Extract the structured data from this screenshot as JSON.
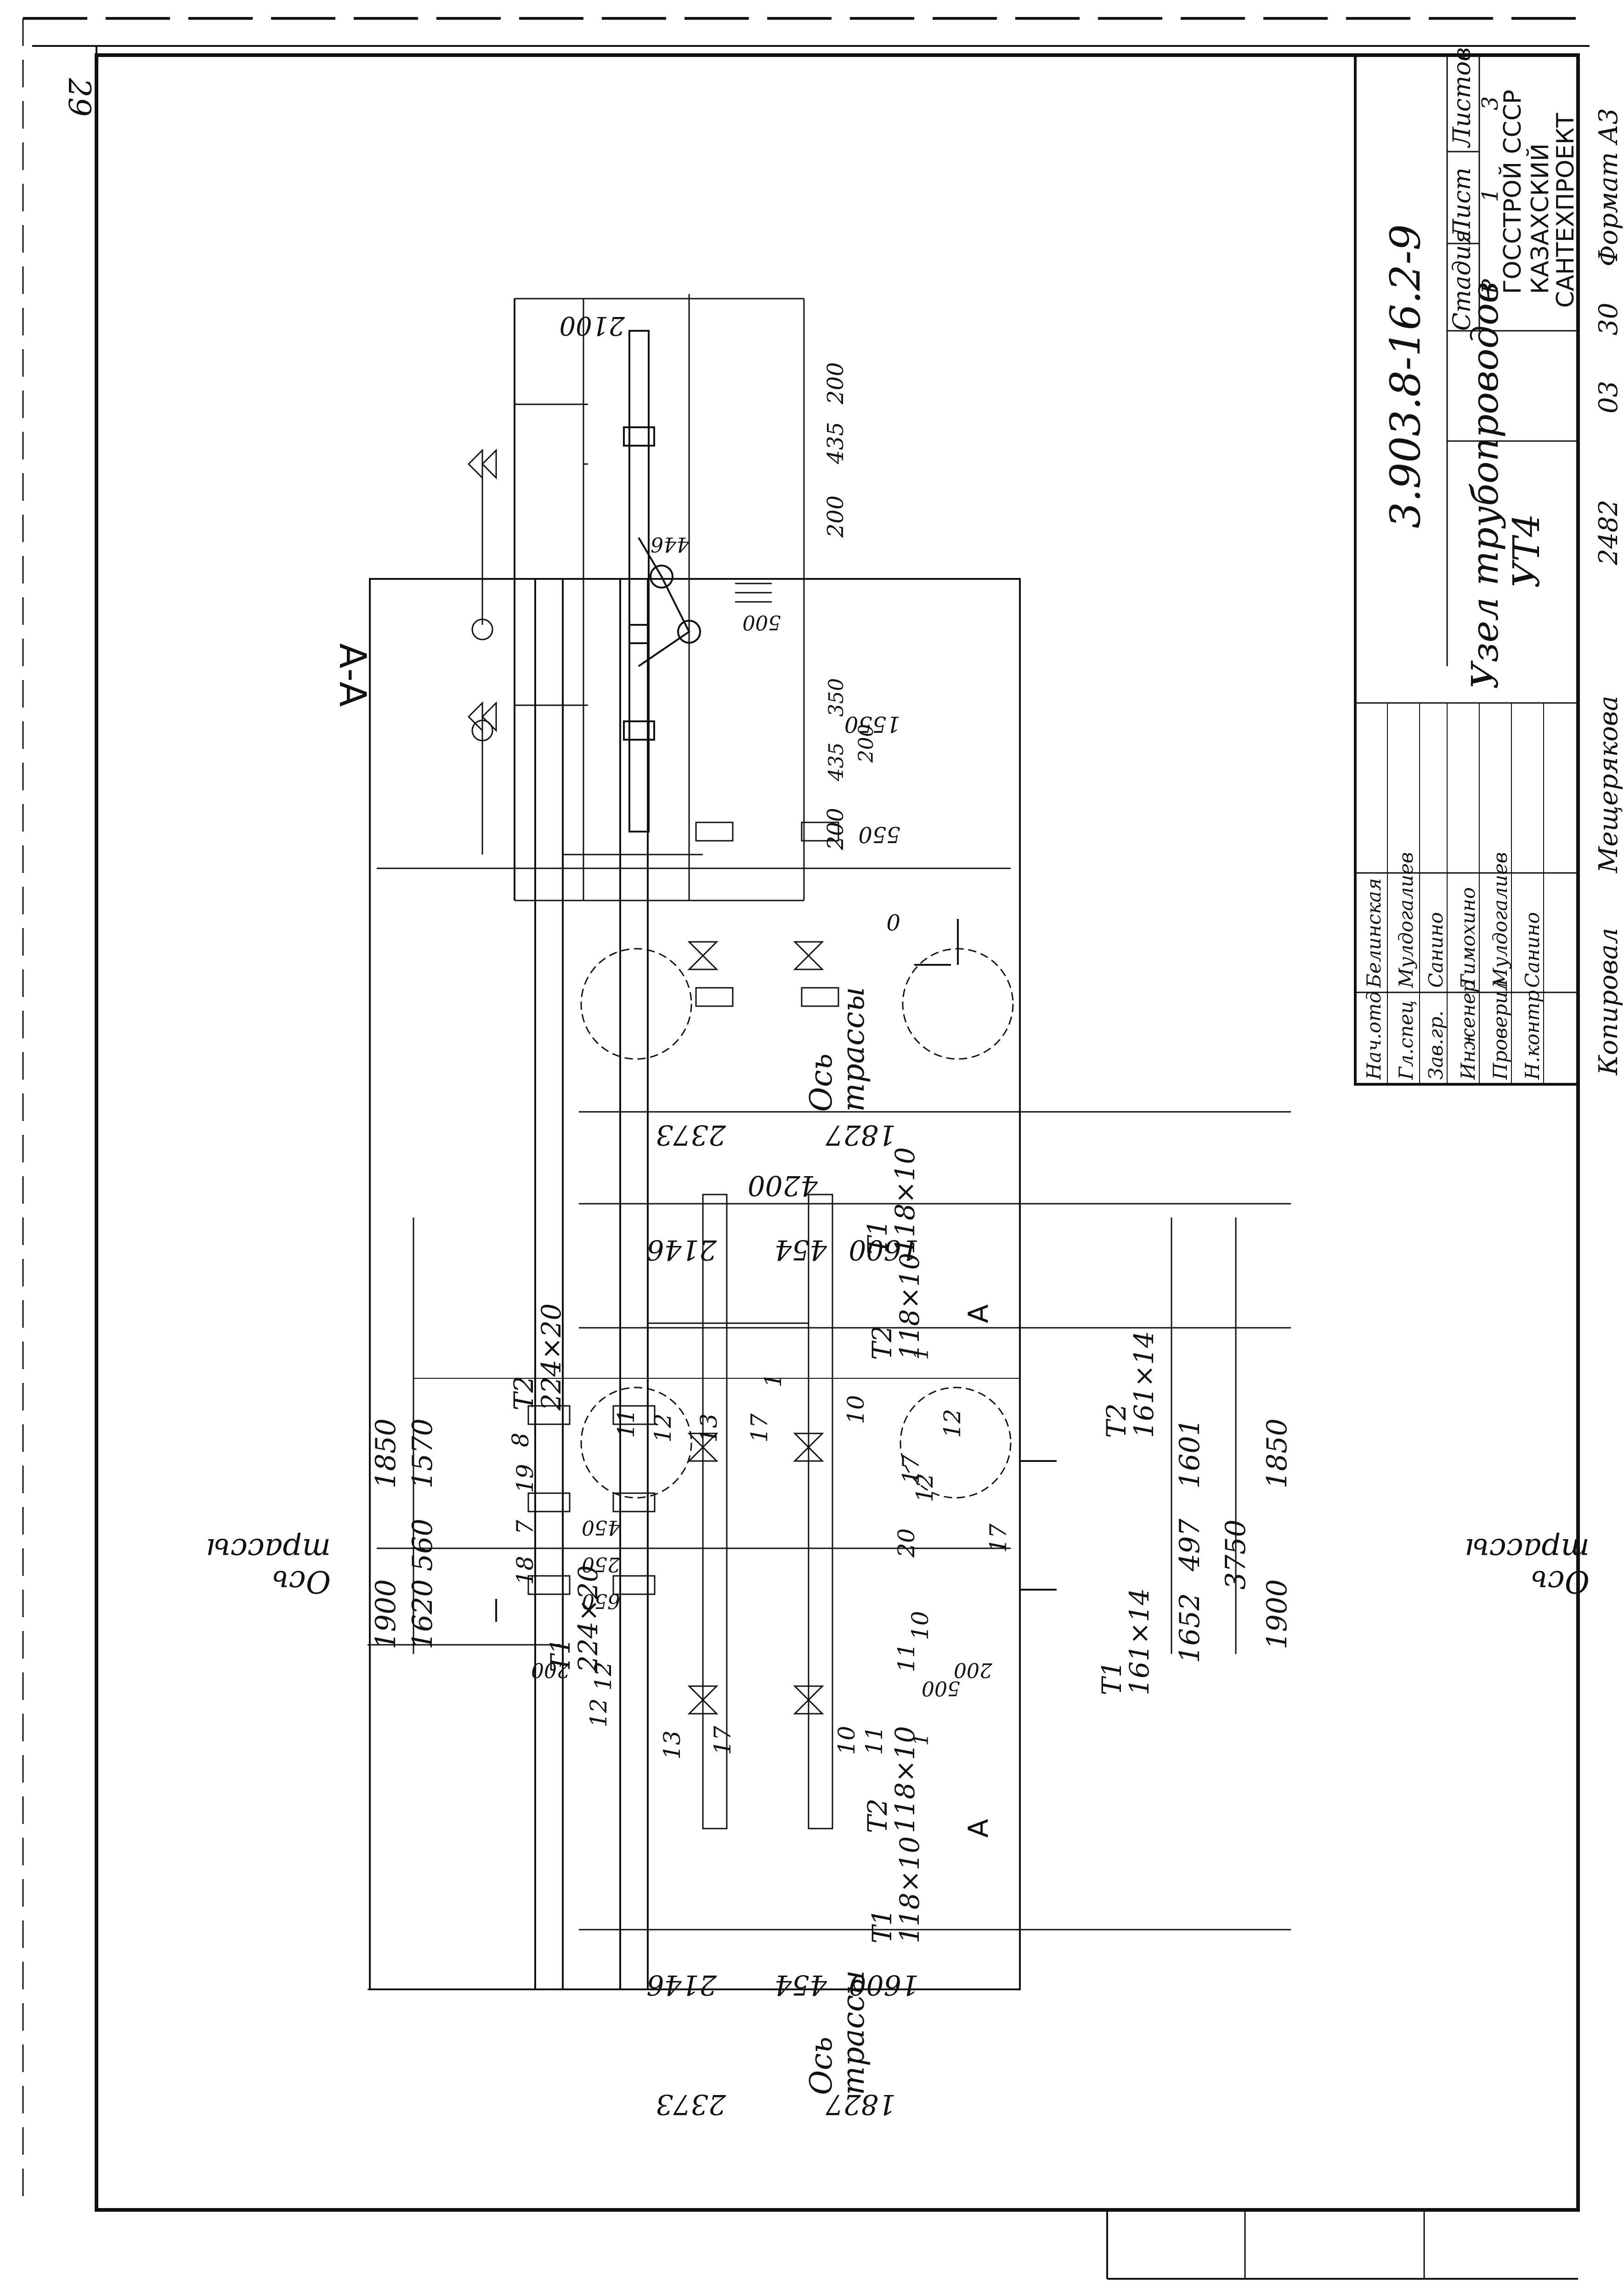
{
  "page_number": "29",
  "section_label": "А-А",
  "axis_label": {
    "line1": "Ось",
    "line2": "трассы"
  },
  "section_marker": "А",
  "cut_marker": "1",
  "pipes": {
    "t1_main": {
      "name": "Т1",
      "size": "224×20"
    },
    "t2_main": {
      "name": "Т2",
      "size": "224×20"
    },
    "t1_right": {
      "name": "Т1",
      "size": "161×14"
    },
    "t2_right": {
      "name": "Т2",
      "size": "161×14"
    },
    "t1_branch_top": {
      "name": "Т1",
      "size": "118×10"
    },
    "t2_branch_top": {
      "name": "Т2",
      "size": "118×10"
    },
    "t1_branch_bottom": {
      "name": "Т1",
      "size": "118×10"
    },
    "t2_branch_bottom": {
      "name": "Т2",
      "size": "118×10"
    }
  },
  "plan_dims": {
    "total_width": "4200",
    "upper_left": "2373",
    "upper_right": "1827",
    "top_a": "2146",
    "top_b": "454",
    "top_c": "1600",
    "bottom_a": "2146",
    "bottom_b": "454",
    "bottom_c": "1600",
    "lower_left": "2373",
    "lower_right": "1827",
    "left_1850": "1850",
    "left_1570": "1570",
    "left_560": "560",
    "left_1620": "1620",
    "left_1900": "1900",
    "right_1601": "1601",
    "right_497": "497",
    "right_1652": "1652",
    "right_3750": "3750",
    "right_1850": "1850",
    "right_1900": "1900",
    "inner_650": "650",
    "inner_250": "250",
    "inner_450": "450",
    "radius_200_a": "200",
    "radius_200_b": "200",
    "radius_500": "500"
  },
  "callouts": [
    "8",
    "19",
    "7",
    "18",
    "11",
    "12",
    "13",
    "17",
    "1",
    "10",
    "12",
    "17",
    "20",
    "12",
    "17",
    "10",
    "11",
    "12",
    "13",
    "17",
    "10",
    "11",
    "12"
  ],
  "section_dims": {
    "top": "2100",
    "d200_top": "200",
    "d435_top": "435",
    "d200_mid": "200",
    "d446": "446",
    "d500": "500",
    "d350": "350",
    "d435_bottom": "435",
    "d200_bottom": "200",
    "d200_b2": "200",
    "left_550": "550",
    "left_0": "0",
    "left_1550": "1550"
  },
  "title_block": {
    "doc_code": "3.903.8-16.2-9",
    "title_line1": "Узел трубопроводов",
    "title_line2": "УТ4",
    "stage_header": "Стадия",
    "sheet_header": "Лист",
    "sheets_header": "Листов",
    "stage_value": "Р",
    "sheet_value": "1",
    "sheets_value": "3",
    "org_line1": "ГОССТРОЙ СССР",
    "org_line2": "КАЗАХСКИЙ",
    "org_line3": "САНТЕХПРОЕКТ",
    "roles": [
      {
        "role": "Нач.отд",
        "name": "Белинская"
      },
      {
        "role": "Гл.спец",
        "name": "Мулдогалиев"
      },
      {
        "role": "Зав.гр.",
        "name": "Санино"
      },
      {
        "role": "Инженер",
        "name": "Тимохино"
      },
      {
        "role": "Проверил",
        "name": "Мулдогалиев"
      },
      {
        "role": "Н.контр",
        "name": "Санино"
      }
    ],
    "copied_label": "Копировал",
    "copied_name": "Мещерякова",
    "inv_number": "2482",
    "inv_suffix": "03",
    "format_number": "30",
    "format_label": "Формат А3"
  }
}
